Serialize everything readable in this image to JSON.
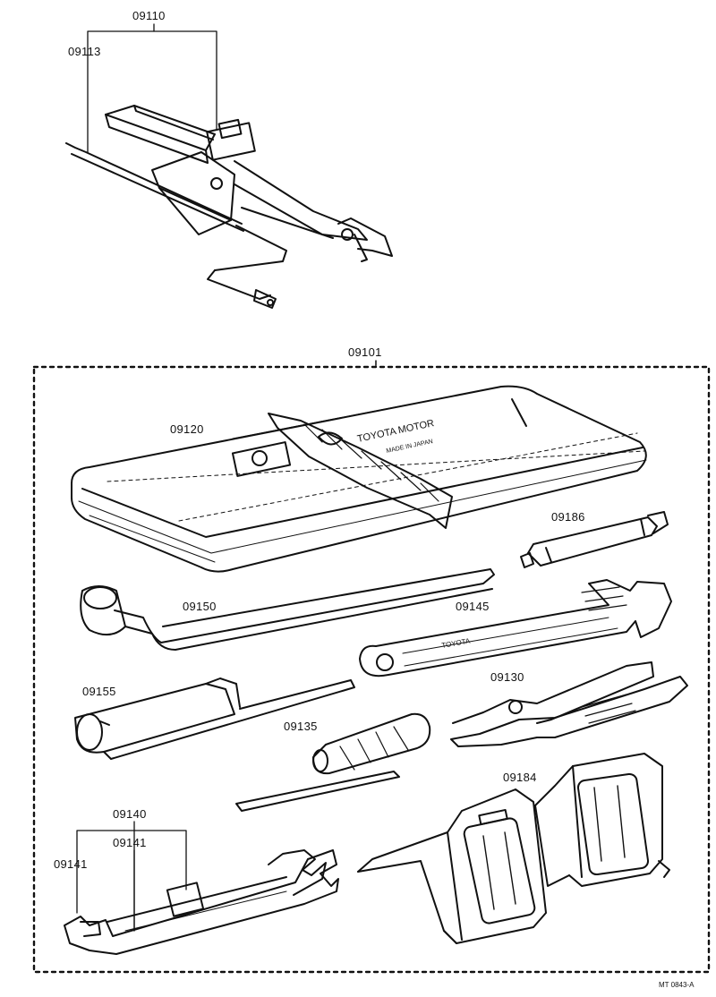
{
  "parts": {
    "jack_assy": "09110",
    "jack_handle": "09113",
    "tool_set": "09101",
    "tool_bag": "09120",
    "tire_gauge": "09186",
    "lug_wrench": "09150",
    "adjustable_wrench": "09145",
    "hub_nut_wrench": "09155",
    "pliers": "09130",
    "screwdriver": "09135",
    "wheel_chock": "09184",
    "spanner_set": "09140",
    "spanner_inner": "09141",
    "spanner_outer": "09141"
  },
  "bag_print": "TOYOTA MOTOR",
  "bag_subprint": "MADE IN JAPAN",
  "wrench_print": "TOYOTA",
  "drawing_code": "MT  0843-A",
  "colors": {
    "ink": "#111111",
    "background": "#ffffff"
  }
}
